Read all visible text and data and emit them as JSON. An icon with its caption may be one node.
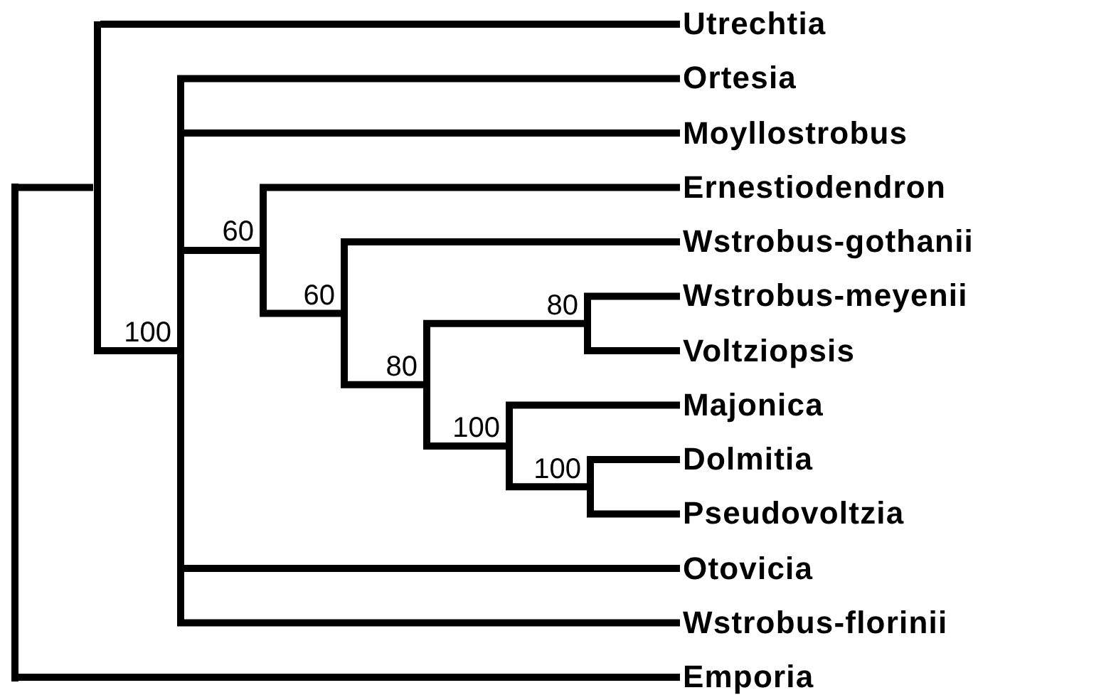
{
  "diagram": {
    "nodes": [
      {
        "text": [],
        "shape": "bar"
      },
      {
        "text": [],
        "shape": "bar"
      },
      {
        "text": [
          "Utrechtia"
        ]
      },
      {
        "text": [
          "100"
        ]
      },
      {
        "text": [
          "Ortesia"
        ]
      },
      {
        "text": [
          "Moyllostrobus"
        ]
      },
      {
        "text": [
          "60"
        ]
      },
      {
        "text": [
          "Ernestiodendron"
        ]
      },
      {
        "text": [
          "60"
        ]
      },
      {
        "text": [
          "Wstrobus-gothanii"
        ]
      },
      {
        "text": [
          "80"
        ]
      },
      {
        "text": [
          "80"
        ]
      },
      {
        "text": [
          "Wstrobus-meyenii"
        ]
      },
      {
        "text": [
          "Voltziopsis"
        ]
      },
      {
        "text": [
          "100"
        ]
      },
      {
        "text": [
          "Majonica"
        ]
      },
      {
        "text": [
          "100"
        ]
      },
      {
        "text": [
          "Dolmitia"
        ]
      },
      {
        "text": [
          "Pseudovoltzia"
        ]
      },
      {
        "text": [
          "Otovicia"
        ]
      },
      {
        "text": [
          "Wstrobus-florinii"
        ]
      },
      {
        "text": [
          "Emporia"
        ]
      }
    ],
    "edges": [
      {
        "from": 0,
        "to": 1,
        "arrow": "none"
      },
      {
        "from": 0,
        "to": 21,
        "arrow": "none"
      },
      {
        "from": 1,
        "to": 2,
        "arrow": "none"
      },
      {
        "from": 1,
        "to": 3,
        "arrow": "none"
      },
      {
        "from": 3,
        "to": 4,
        "arrow": "none"
      },
      {
        "from": 3,
        "to": 5,
        "arrow": "none"
      },
      {
        "from": 3,
        "to": 6,
        "arrow": "none"
      },
      {
        "from": 3,
        "to": 19,
        "arrow": "none"
      },
      {
        "from": 3,
        "to": 20,
        "arrow": "none"
      },
      {
        "from": 6,
        "to": 7,
        "arrow": "none"
      },
      {
        "from": 6,
        "to": 8,
        "arrow": "none"
      },
      {
        "from": 8,
        "to": 9,
        "arrow": "none"
      },
      {
        "from": 8,
        "to": 10,
        "arrow": "none"
      },
      {
        "from": 10,
        "to": 11,
        "arrow": "none"
      },
      {
        "from": 10,
        "to": 14,
        "arrow": "none"
      },
      {
        "from": 11,
        "to": 12,
        "arrow": "none"
      },
      {
        "from": 11,
        "to": 13,
        "arrow": "none"
      },
      {
        "from": 14,
        "to": 15,
        "arrow": "none"
      },
      {
        "from": 14,
        "to": 16,
        "arrow": "none"
      },
      {
        "from": 16,
        "to": 17,
        "arrow": "none"
      },
      {
        "from": 16,
        "to": 18,
        "arrow": "none"
      }
    ]
  }
}
